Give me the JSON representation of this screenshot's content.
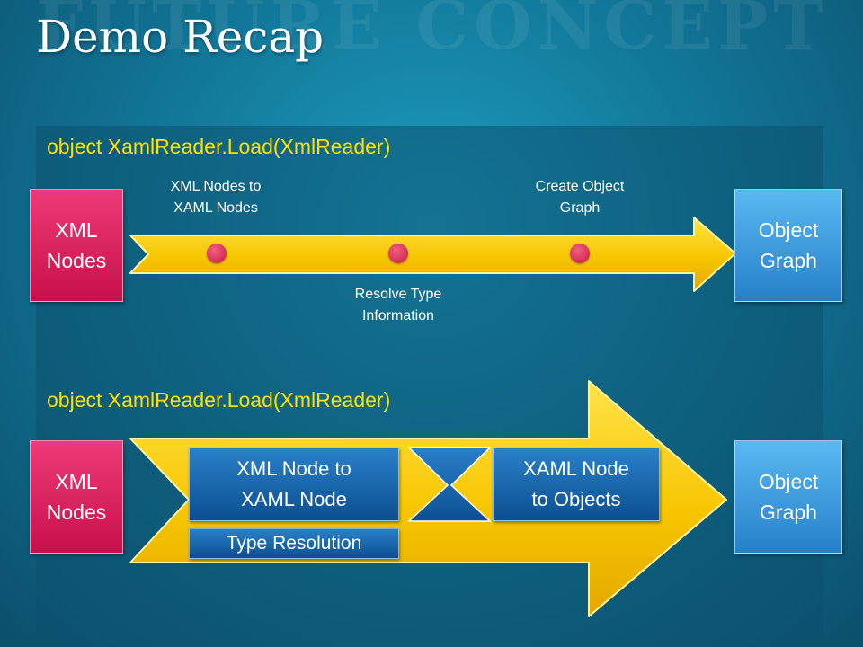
{
  "slide": {
    "watermark": "FUTURE CONCEPT",
    "title": "Demo Recap"
  },
  "section1": {
    "label": "object XamlReader.Load(XmlReader)",
    "input": "XML\nNodes",
    "output": "Object\nGraph",
    "steps": [
      {
        "label": "XML Nodes to\nXAML Nodes"
      },
      {
        "label": "Resolve Type\nInformation"
      },
      {
        "label": "Create Object\nGraph"
      }
    ]
  },
  "section2": {
    "label": "object XamlReader.Load(XmlReader)",
    "input": "XML\nNodes",
    "output": "Object\nGraph",
    "stage1": "XML Node to\nXAML Node",
    "stage2": "XAML Node\nto Objects",
    "stage3": "Type Resolution"
  },
  "colors": {
    "accent_label": "#ffe000",
    "arrow_fill": "#f5c800",
    "input_box": "#d81e5b",
    "output_box": "#3a9be0",
    "stage_box": "#1565b0"
  }
}
